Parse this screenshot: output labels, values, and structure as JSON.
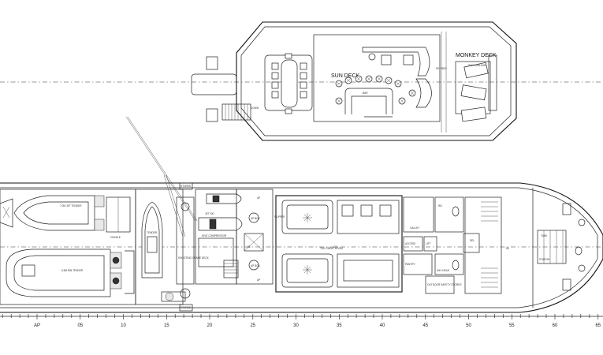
{
  "upper_deck": {
    "sun_deck_label": "SUN DECK",
    "monkey_deck_label": "MONKEY DECK",
    "down_label": "DOWN",
    "small_labels": [
      "BAR",
      "SKY BED",
      "SUN CUSHION",
      "BAR"
    ]
  },
  "main_deck": {
    "small_labels": {
      "jet_tender": "7.0M JET TENDER",
      "rib_tender": "6.5M RIB TENDER",
      "tender": "TENDER",
      "jet_ski": "JET SKI",
      "dive": "DIVE COMPRESSOR",
      "great_room": "THE GREAT ROOM",
      "galley": "GALLEY",
      "crane": "SHOOTING CRANE DECK",
      "wc": "WC",
      "lift": "LIFT",
      "sel": "SEL",
      "day_head": "DAY HEAD",
      "pantry": "PANTRY",
      "outdoor": "OUTDOOR SAFETY STORES",
      "stores_top": "STORES",
      "stores_bot": "STORES",
      "ap_box_top": "AP BOX",
      "ap_box_bot": "AP BOX",
      "ap_door_a": "AP",
      "ap_door_b": "AP",
      "slipper": "SLIPPER",
      "access": "ACCESS",
      "cradle": "CRADLE",
      "tank": "TANK",
      "station": "STATION"
    }
  },
  "frame_scale": {
    "labels": [
      "AP",
      "05",
      "10",
      "15",
      "20",
      "25",
      "30",
      "35",
      "40",
      "45",
      "50",
      "55",
      "60",
      "65"
    ],
    "frame_values": [
      0,
      5,
      10,
      15,
      20,
      25,
      30,
      35,
      40,
      45,
      50,
      55,
      60,
      65
    ]
  },
  "frame_marks_on_deck": [
    "25",
    "35",
    "55"
  ]
}
